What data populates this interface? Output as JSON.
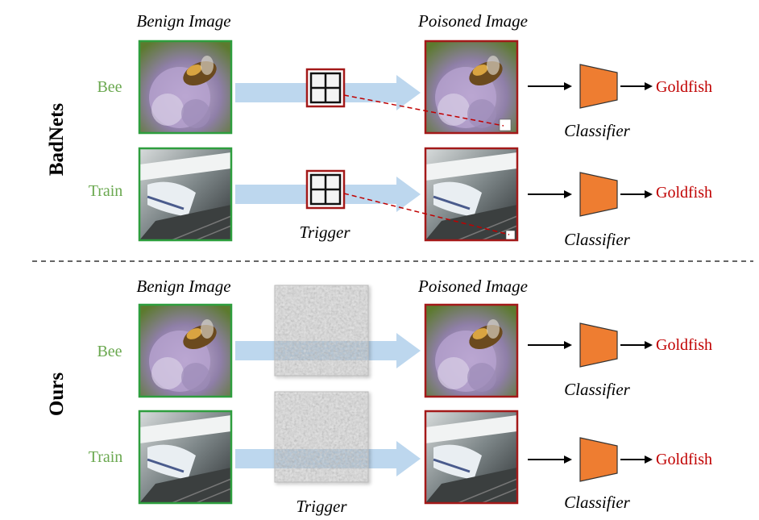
{
  "colors": {
    "benign_border": "#2e9e3e",
    "poisoned_border": "#a31919",
    "benign_label": "#6aa84f",
    "target_label": "#c00000",
    "classifier_fill": "#ee7d31",
    "arrow_fill": "#bdd7ee",
    "trigger_dash": "#c00000"
  },
  "sections": [
    {
      "method": "BadNets",
      "header_benign": "Benign Image",
      "header_poisoned": "Poisoned Image",
      "trigger_caption": "Trigger",
      "rows": [
        {
          "label": "Bee",
          "classifier": "Classifier",
          "prediction": "Goldfish"
        },
        {
          "label": "Train",
          "classifier": "Classifier",
          "prediction": "Goldfish"
        }
      ]
    },
    {
      "method": "Ours",
      "header_benign": "Benign Image",
      "header_poisoned": "Poisoned Image",
      "trigger_caption": "Trigger",
      "rows": [
        {
          "label": "Bee",
          "classifier": "Classifier",
          "prediction": "Goldfish"
        },
        {
          "label": "Train",
          "classifier": "Classifier",
          "prediction": "Goldfish"
        }
      ]
    }
  ]
}
